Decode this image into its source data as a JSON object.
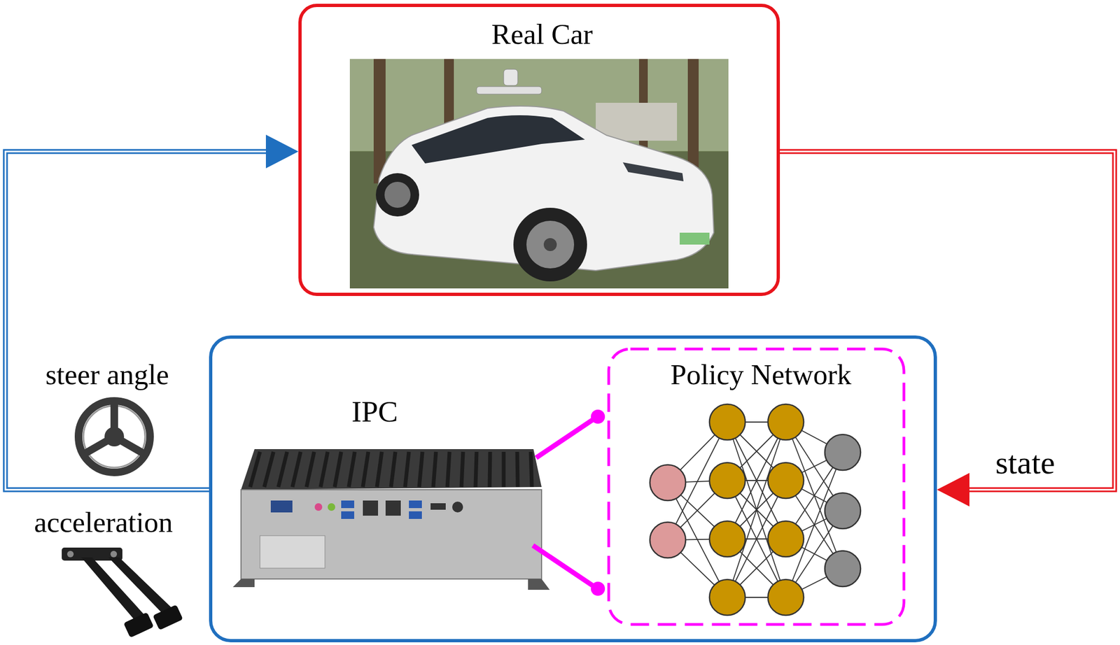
{
  "diagram": {
    "nodes": [
      {
        "text": [
          "Real Car"
        ]
      },
      {
        "text": [
          "IPC"
        ]
      },
      {
        "text": [
          "Policy Network"
        ],
        "in": 1
      }
    ],
    "edges": [
      {
        "from": 0,
        "to": 1,
        "arrow": "to",
        "label": "state"
      },
      {
        "from": 1,
        "to": 0,
        "arrow": "to",
        "label": "steer angle"
      }
    ],
    "labels": [
      "acceleration"
    ]
  }
}
